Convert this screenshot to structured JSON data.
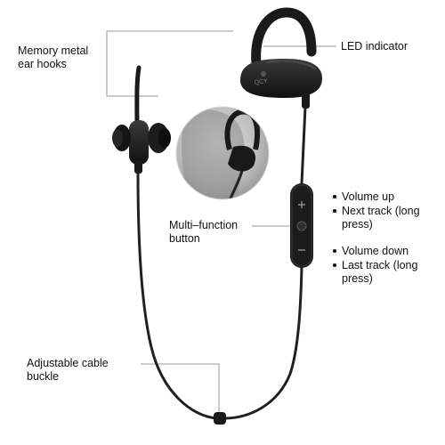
{
  "colors": {
    "earphone": "#1a1a1a",
    "earphone_highlight": "#3d3d3d",
    "cable": "#202020",
    "callout_line": "#9a9a9a",
    "inset_bg": "#c9c9c9",
    "text": "#111111"
  },
  "labels": {
    "ear_hooks": [
      "Memory metal",
      "ear hooks"
    ],
    "led": "LED indicator",
    "multifunction": [
      "Multi–function",
      "button"
    ],
    "cable_buckle": [
      "Adjustable cable",
      "buckle"
    ]
  },
  "controls": {
    "volume_up": "Volume up",
    "next_track": [
      "Next track (long",
      "press)"
    ],
    "volume_down": "Volume down",
    "last_track": [
      "Last track (long",
      "press)"
    ]
  },
  "icons": {
    "plus": "plus-icon",
    "minus": "minus-icon",
    "bullet": "bullet-icon"
  }
}
